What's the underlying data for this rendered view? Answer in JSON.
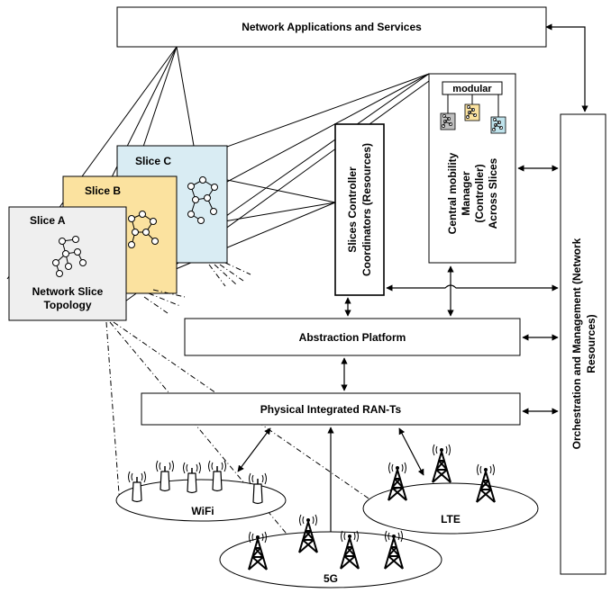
{
  "top_box": {
    "label": "Network Applications and Services"
  },
  "slices": {
    "a": {
      "label": "Slice A",
      "caption_line1": "Network Slice",
      "caption_line2": "Topology",
      "color": "#efefef"
    },
    "b": {
      "label": "Slice B",
      "color": "#fbe29f"
    },
    "c": {
      "label": "Slice C",
      "color": "#d9ecf3"
    }
  },
  "controller": {
    "line1": "Slices Controller",
    "line2": "Coordinators (Resources)"
  },
  "mobility": {
    "modular_label": "modular",
    "line1": "Central mobility",
    "line2": "Manager",
    "line3": "(Controller)",
    "line4": "Across Slices",
    "module_colors": [
      "#bfbfbf",
      "#fbe29f",
      "#bfe3ec"
    ]
  },
  "orchestration": {
    "line1": "Orchestration and Management (Network",
    "line2": "Resources)"
  },
  "abstraction": {
    "label": "Abstraction Platform"
  },
  "physical": {
    "label": "Physical Integrated RAN-Ts"
  },
  "networks": {
    "wifi": "WiFi",
    "lte": "LTE",
    "fiveg": "5G"
  }
}
